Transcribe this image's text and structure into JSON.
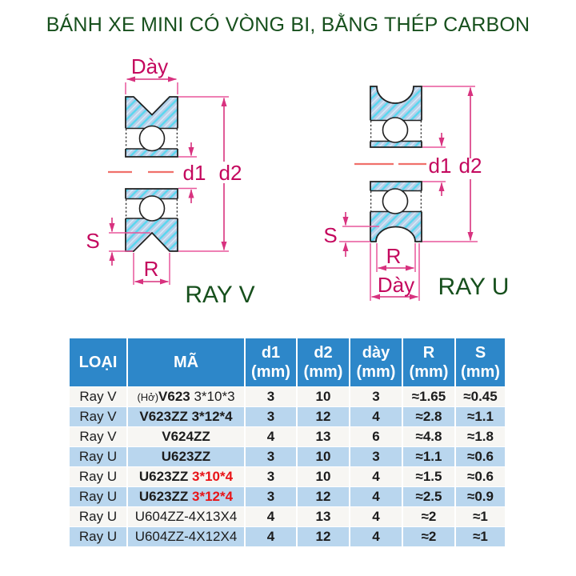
{
  "title": "BÁNH XE MINI CÓ VÒNG BI, BẰNG THÉP CARBON",
  "diagrams": {
    "ray_v": {
      "name": "RAY V",
      "day": "Dày",
      "d1": "d1",
      "d2": "d2",
      "s": "S",
      "r": "R"
    },
    "ray_u": {
      "name": "RAY U",
      "day": "Dày",
      "d1": "d1",
      "d2": "d2",
      "s": "S",
      "r": "R"
    }
  },
  "colors": {
    "title_green": "#17501d",
    "dimension_label": "#c4085e",
    "dimension_line": "#e8569b",
    "centerline_red": "#f0706a",
    "hatch_fill": "#b7cfe9",
    "hatch_stripe": "#58d7ef",
    "header_blue": "#2d87c9",
    "row_blue": "#b9d6ee",
    "highlight_red": "#e81417",
    "maroon_value": "#943152"
  },
  "table": {
    "headers": [
      {
        "label": "LOẠI"
      },
      {
        "label": "MÃ"
      },
      {
        "label": "d1",
        "sub": "(mm)"
      },
      {
        "label": "d2",
        "sub": "(mm)"
      },
      {
        "label": "dày",
        "sub": "(mm)"
      },
      {
        "label": "R",
        "sub": "(mm)"
      },
      {
        "label": "S",
        "sub": "(mm)"
      }
    ],
    "rows": [
      {
        "loai": "Ray V",
        "ma": {
          "prefix": "(Hở)",
          "bold": "V623",
          "plain": " 3*10*3"
        },
        "d1": "3",
        "d2": "10",
        "day": "3",
        "r": "≈1.65",
        "s": "≈0.45"
      },
      {
        "loai": "Ray V",
        "ma": {
          "bold": "V623ZZ 3*12*4"
        },
        "d1": "3",
        "d2": "12",
        "day": "4",
        "r": "≈2.8",
        "s": "≈1.1"
      },
      {
        "loai": "Ray V",
        "ma": {
          "bold": "V624ZZ"
        },
        "d1": "4",
        "d2": "13",
        "day": "6",
        "r": "≈4.8",
        "s": "≈1.8"
      },
      {
        "loai": "Ray U",
        "ma": {
          "bold": "U623ZZ"
        },
        "d1": "3",
        "d2": "10",
        "day": "3",
        "r": "≈1.1",
        "s": "≈0.6"
      },
      {
        "loai": "Ray U",
        "ma": {
          "bold": "U623ZZ ",
          "red": "3*10*4"
        },
        "d1": "3",
        "d2": "10",
        "day": "4",
        "r": "≈1.5",
        "s": "≈0.6"
      },
      {
        "loai": "Ray U",
        "ma": {
          "bold": "U623ZZ ",
          "red": "3*12*4"
        },
        "d1": "3",
        "d2": "12",
        "day": "4",
        "r": "≈2.5",
        "s": "≈0.9"
      },
      {
        "loai": "Ray U",
        "ma": {
          "plain": "U604ZZ-4X13X4"
        },
        "d1": "4",
        "d2": "13",
        "day": "4",
        "r": "≈2",
        "s": "≈1"
      },
      {
        "loai": "Ray U",
        "ma": {
          "plain": "U604ZZ-4X12X4"
        },
        "d1": "4",
        "d2": "12",
        "day": "4",
        "r": "≈2",
        "s": "≈1"
      }
    ]
  }
}
